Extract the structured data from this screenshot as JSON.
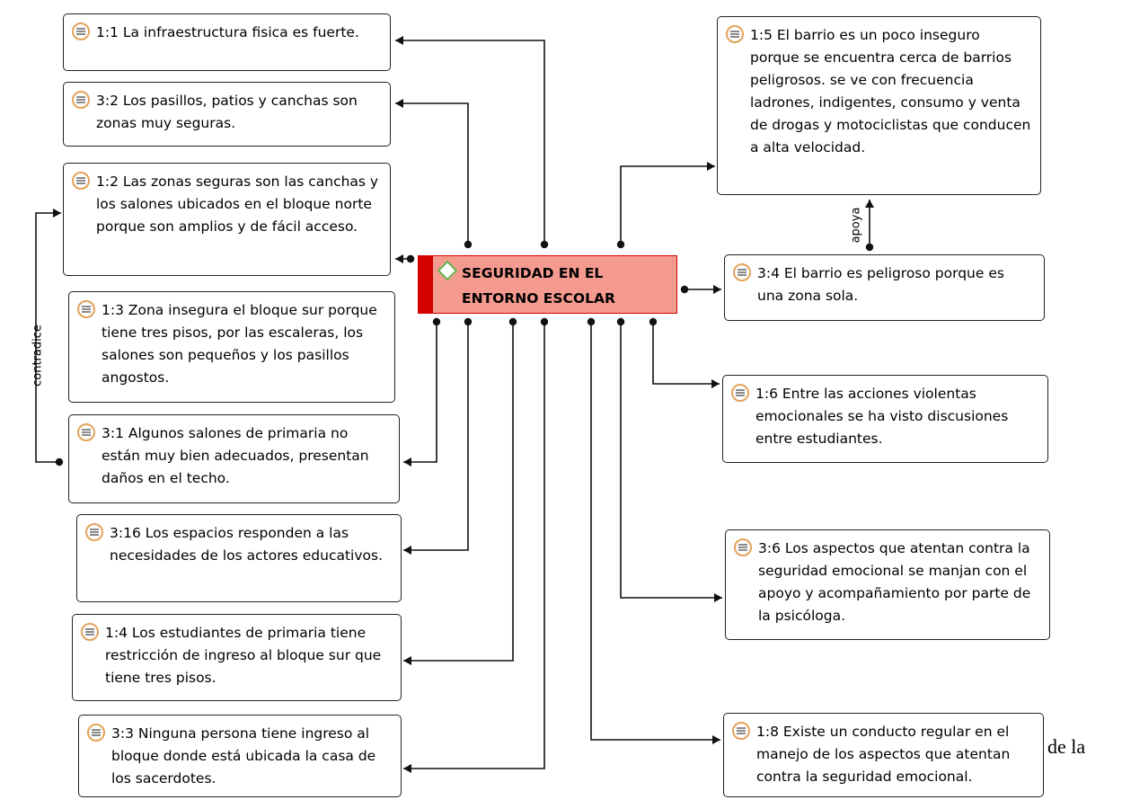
{
  "central": {
    "label": "SEGURIDAD EN EL ENTORNO ESCOLAR"
  },
  "quotes": [
    {
      "code": "1:1",
      "text": "La infraestructura fisica es fuerte."
    },
    {
      "code": "3:2",
      "text": "Los pasillos, patios y canchas son zonas muy seguras."
    },
    {
      "code": "1:2",
      "text": "Las zonas seguras son las canchas y los salones ubicados en el bloque norte porque son amplios y de fácil acceso."
    },
    {
      "code": "1:3",
      "text": "Zona insegura el bloque sur porque tiene tres pisos, por las escaleras, los salones son pequeños y los pasillos angostos."
    },
    {
      "code": "3:1",
      "text": "Algunos salones de primaria no están muy bien adecuados, presentan daños en el techo."
    },
    {
      "code": "3:16",
      "text": "Los espacios responden a las necesidades de los actores educativos."
    },
    {
      "code": "1:4",
      "text": "Los estudiantes de primaria tiene restricción de ingreso al bloque sur que tiene tres pisos."
    },
    {
      "code": "3:3",
      "text": "Ninguna persona tiene ingreso al bloque donde está ubicada la casa de los sacerdotes."
    },
    {
      "code": "1:5",
      "text": "El barrio es un poco inseguro porque se encuentra cerca de barrios peligrosos. se ve con frecuencia ladrones, indigentes, consumo y venta de drogas y motociclistas que conducen a alta velocidad."
    },
    {
      "code": "3:4",
      "text": "El barrio es peligroso porque es una zona sola."
    },
    {
      "code": "1:6",
      "text": "Entre las acciones violentas emocionales se ha visto discusiones entre estudiantes."
    },
    {
      "code": "3:6",
      "text": "Los aspectos que atentan contra la seguridad emocional se manjan con el apoyo y acompañamiento por parte de la psicóloga."
    },
    {
      "code": "1:8",
      "text": "Existe un conducto regular en el manejo de los aspectos que atentan contra la seguridad emocional."
    }
  ],
  "relations": {
    "contradice": "contradice",
    "apoya": "apoya"
  },
  "trailing_text": "de la"
}
